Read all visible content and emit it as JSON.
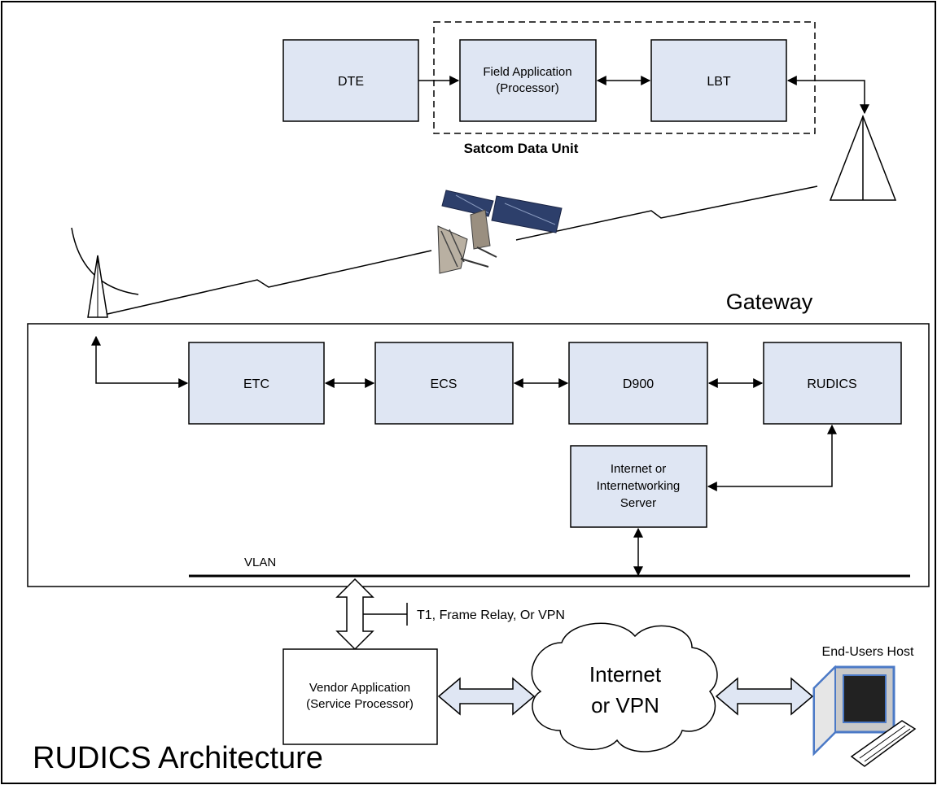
{
  "title": "RUDICS Architecture",
  "satcom_unit": {
    "label": "Satcom Data Unit",
    "dte": "DTE",
    "field_app_line1": "Field Application",
    "field_app_line2": "(Processor)",
    "lbt": "LBT"
  },
  "gateway": {
    "label": "Gateway",
    "etc": "ETC",
    "ecs": "ECS",
    "d900": "D900",
    "rudics": "RUDICS",
    "server_line1": "Internet or",
    "server_line2": "Internetworking",
    "server_line3": "Server",
    "vlan": "VLAN"
  },
  "link_label": "T1, Frame Relay, Or VPN",
  "vendor": {
    "line1": "Vendor Application",
    "line2": "(Service Processor)"
  },
  "cloud": {
    "line1": "Internet",
    "line2": "or VPN"
  },
  "end_users_label": "End-Users Host",
  "icons": {
    "satellite": "satellite-icon",
    "antenna": "antenna-icon",
    "dish": "ground-antenna-icon",
    "computer": "computer-icon",
    "keyboard": "keyboard-icon",
    "cloud": "cloud-icon"
  },
  "colors": {
    "box_fill": "#dfe6f3",
    "border": "#000000",
    "computer_frame": "#4b79c6",
    "satellite_panel": "#2d3f6b"
  }
}
